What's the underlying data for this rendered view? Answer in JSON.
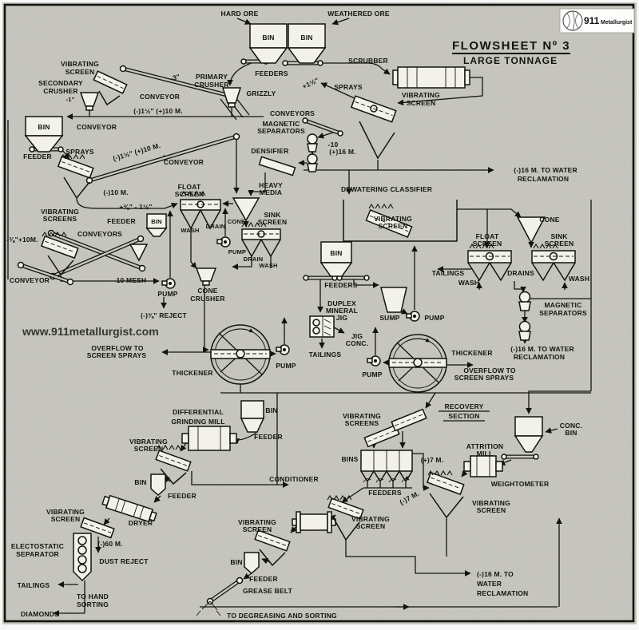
{
  "meta": {
    "title_line1": "FLOWSHEET Nº 3",
    "title_line2": "LARGE TONNAGE",
    "logo_number": "911",
    "logo_name": "Metallurgist",
    "watermark": "www.911metallurgist.com"
  },
  "labels": {
    "hard_ore": "HARD ORE",
    "weathered_ore": "WEATHERED ORE",
    "bin": "BIN",
    "bins": "BINS",
    "feeder": "FEEDER",
    "feeders": "FEEDERS",
    "scrubber": "SCRUBBER",
    "sprays": "SPRAYS",
    "vibrating": "VIBRATING",
    "screen": "SCREEN",
    "screens": "SCREENS",
    "primary": "PRIMARY",
    "secondary": "SECONDARY",
    "crusher": "CRUSHER",
    "grizzly": "GRIZZLY",
    "conveyor": "CONVEYOR",
    "conveyors": "CONVEYORS",
    "plus_1_5": "+1½\"",
    "minus_3": "-3\"",
    "minus_1": "-1\"",
    "m1_5_p10": "(-)1½\" (+)10 M.",
    "m10": "(-)10 M.",
    "p38_m1_5": "+⅜\" - 1½\"",
    "m38_p10": "-⅜\"+10M.",
    "m10_mesh": "-10 MESH",
    "magnetic": "MAGNETIC",
    "separators": "SEPARATORS",
    "densifier": "DENSIFIER",
    "m10_line1": "-10",
    "m10_line2": "(+)16 M.",
    "heavy": "HEAVY",
    "media": "MEDIA",
    "float": "FLOAT",
    "sink": "SINK",
    "cone": "CONE",
    "wash": "WASH",
    "drain": "DRAIN",
    "drains": "DRAINS",
    "pump": "PUMP",
    "m38_reject": "(-)⅜\" REJECT",
    "dewatering_classifier": "DEWATERING  CLASSIFIER",
    "duplex": "DUPLEX",
    "mineral": "MINERAL",
    "jig": "JIG",
    "conc": "CONC.",
    "sump": "SUMP",
    "tailings": "TAILINGS",
    "thickener": "THICKENER",
    "overflow_to": "OVERFLOW TO",
    "screen_sprays": "SCREEN SPRAYS",
    "m16_to_water": "(-)16 M. TO WATER",
    "reclamation": "RECLAMATION",
    "m16_to": "(-)16 M.  TO",
    "water": "WATER",
    "recovery": "RECOVERY",
    "section": "SECTION",
    "differential": "DIFFERENTIAL",
    "grinding_mill": "GRINDING MILL",
    "p7": "(+)7 M.",
    "m7": "(-)7 M.",
    "attrition": "ATTRITION",
    "mill": "MILL",
    "weightometer": "WEIGHTOMETER",
    "conditioner": "CONDITIONER",
    "dryer": "DRYER",
    "electostatic": "ELECTOSTATIC",
    "separator": "SEPARATOR",
    "m60": "(-)60 M.",
    "dust_reject": "DUST REJECT",
    "to_hand": "TO HAND",
    "sorting": "SORTING",
    "diamonds": "DIAMONDS",
    "grease_belt": "GREASE BELT",
    "to_degreasing": "TO  DEGREASING  AND  SORTING"
  }
}
